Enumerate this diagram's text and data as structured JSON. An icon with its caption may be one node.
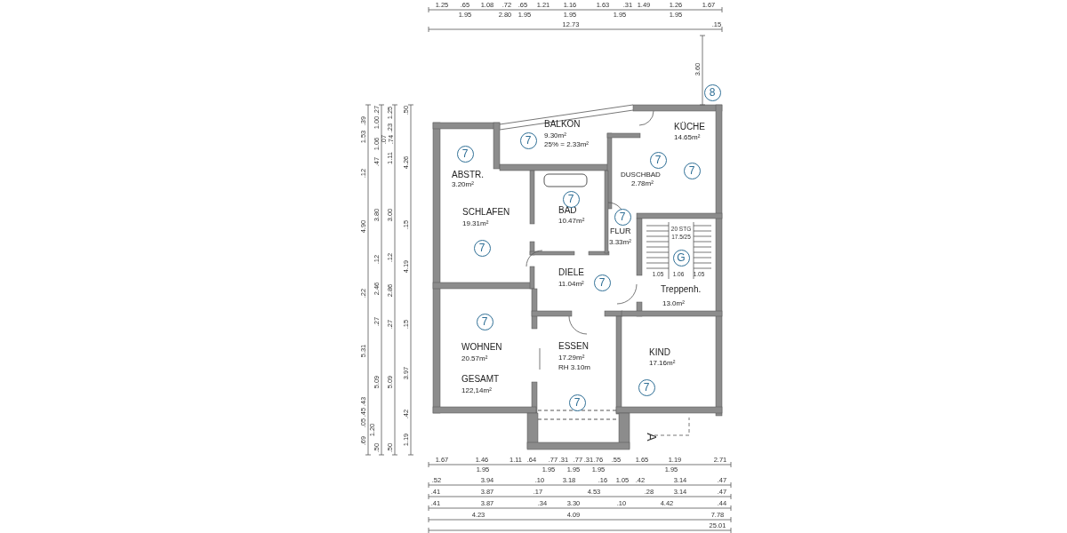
{
  "diagram": {
    "nodes": [
      {
        "text": [
          "BALKON",
          "9.30m²",
          "25% = 2.33m²"
        ]
      },
      {
        "text": [
          "ABSTR.",
          "3.20m²"
        ]
      },
      {
        "text": [
          "KÜCHE",
          "14.65m²"
        ]
      },
      {
        "text": [
          "DUSCHBAD",
          "2.78m²"
        ]
      },
      {
        "text": [
          "BAD",
          "10.47m²"
        ]
      },
      {
        "text": [
          "FLUR",
          "3.33m²"
        ]
      },
      {
        "text": [
          "SCHLAFEN",
          "19.31m²"
        ]
      },
      {
        "text": [
          "Treppenh.",
          "13.0m²"
        ]
      },
      {
        "text": [
          "DIELE",
          "11.04m²"
        ]
      },
      {
        "text": [
          "WOHNEN",
          "20.57m²",
          "GESAMT",
          "122,14m²"
        ]
      },
      {
        "text": [
          "ESSEN",
          "17.29m²",
          "RH 3.10m"
        ]
      },
      {
        "text": [
          "KIND",
          "17.16m²"
        ]
      },
      {
        "text": [
          "8"
        ]
      },
      {
        "text": [
          "7"
        ],
        "in": 0
      },
      {
        "text": [
          "7"
        ],
        "in": 1
      },
      {
        "text": [
          "7"
        ],
        "in": 2
      },
      {
        "text": [
          "7"
        ],
        "in": 3
      },
      {
        "text": [
          "7"
        ],
        "in": 4
      },
      {
        "text": [
          "7"
        ],
        "in": 5
      },
      {
        "text": [
          "7"
        ],
        "in": 6
      },
      {
        "text": [
          "G"
        ],
        "in": 7
      },
      {
        "text": [
          "7"
        ],
        "in": 8
      },
      {
        "text": [
          "7"
        ],
        "in": 9
      },
      {
        "text": [
          "7"
        ],
        "in": 10
      },
      {
        "text": [
          "7"
        ],
        "in": 11
      }
    ],
    "labels": [
      "1.25",
      ".65",
      "1.08",
      ".72",
      ".65",
      "1.21",
      "1.16",
      "1.63",
      ".31",
      "1.49",
      "1.26",
      "1.67",
      "1.95",
      "2.80",
      "1.95",
      "1.95",
      "1.95",
      "1.95",
      "12.73",
      ".15",
      "3.60",
      ".39",
      "1.53",
      ".12",
      "4.90",
      ".22",
      "5.31",
      ".43",
      ".45",
      ".05",
      "1.20",
      ".69",
      ".27",
      "1.00",
      "1.06",
      ".47",
      "3.80",
      ".12",
      "2.46",
      ".27",
      "5.09",
      ".50",
      "1.25",
      ".23",
      ".07",
      ".74",
      "1.11",
      "3.00",
      ".12",
      "2.86",
      ".27",
      "5.09",
      ".50",
      ".50",
      "4.26",
      ".15",
      "4.19",
      ".15",
      "3.97",
      ".42",
      "1.19",
      "1.67",
      "1.46",
      "1.11",
      ".64",
      ".77",
      ".31",
      ".77",
      ".31",
      ".76",
      ".55",
      "1.65",
      "1.19",
      "2.71",
      "1.95",
      "1.95",
      "1.95",
      "1.95",
      "1.95",
      ".52",
      "3.94",
      ".10",
      "3.18",
      ".16",
      "1.05",
      ".42",
      "3.14",
      ".47",
      ".41",
      "3.87",
      ".17",
      "4.53",
      ".28",
      "3.14",
      ".47",
      ".41",
      "3.87",
      ".34",
      "3.30",
      ".10",
      "4.42",
      ".44",
      "4.23",
      "4.09",
      "7.78",
      "25.01",
      "20 STG",
      "17.5/25",
      "1.05",
      "1.06",
      "1.05",
      "A"
    ]
  }
}
